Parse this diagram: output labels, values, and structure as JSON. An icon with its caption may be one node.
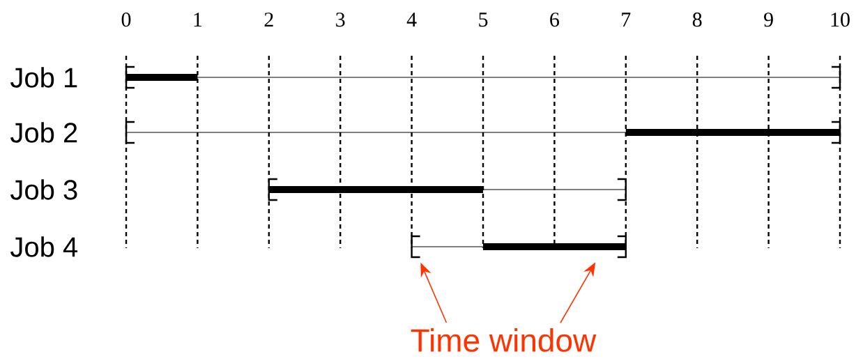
{
  "diagram": {
    "nodes": [
      {
        "text": [
          "Job 1"
        ]
      },
      {
        "text": [
          "Job 2"
        ]
      },
      {
        "text": [
          "Job 3"
        ]
      },
      {
        "text": [
          "Job 4"
        ]
      },
      {
        "text": [
          "Time window"
        ]
      }
    ],
    "edges": [
      {
        "from": 4,
        "to": 3,
        "arrow": "to",
        "color": "#ff3300"
      },
      {
        "from": 4,
        "to": 3,
        "arrow": "to",
        "color": "#ff3300"
      }
    ],
    "labels": [
      "0",
      "1",
      "2",
      "3",
      "4",
      "5",
      "6",
      "7",
      "8",
      "9",
      "10"
    ]
  }
}
